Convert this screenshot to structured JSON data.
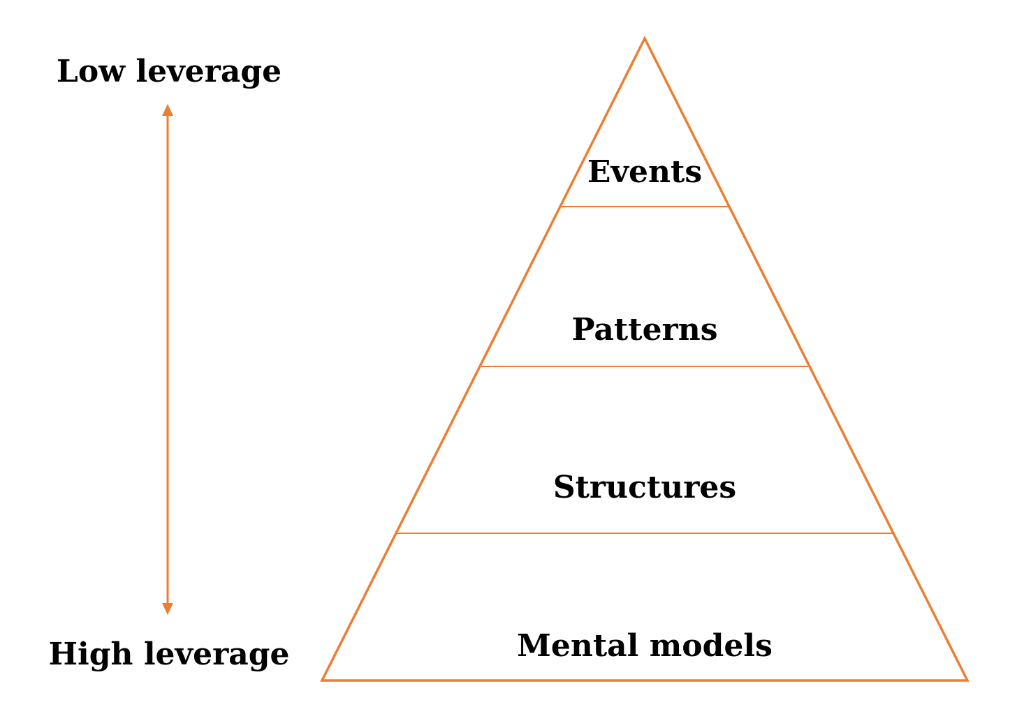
{
  "diagram": {
    "top_label": "Low leverage",
    "bottom_label": "High leverage",
    "levels": [
      {
        "label": "Events"
      },
      {
        "label": "Patterns"
      },
      {
        "label": "Structures"
      },
      {
        "label": "Mental models"
      }
    ],
    "accent_color": "#ED7D31",
    "arrow_direction": "bidirectional"
  }
}
